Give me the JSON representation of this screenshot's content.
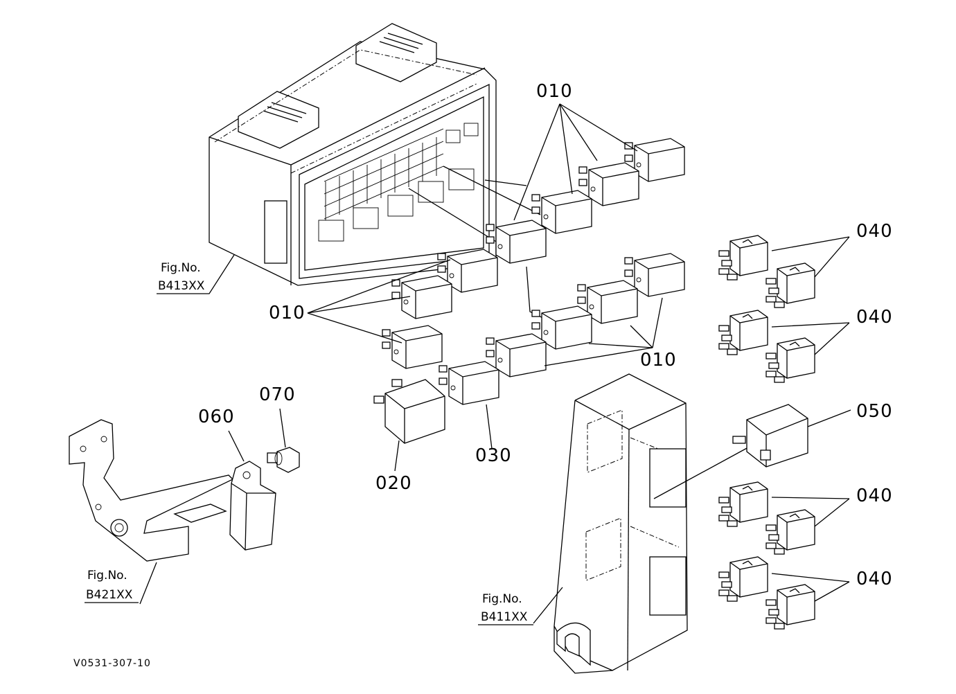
{
  "labels": {
    "relay_top": "010",
    "relay_left": "010",
    "relay_bottom": "010",
    "relay_020": "020",
    "relay_030": "030",
    "bracket_060": "060",
    "bolt_070": "070",
    "relay_040_a": "040",
    "relay_040_b": "040",
    "relay_040_c": "040",
    "relay_040_d": "040",
    "relay_050": "050"
  },
  "refs": {
    "fuse_box": {
      "line1": "Fig.No.",
      "line2": "B413XX"
    },
    "bracket": {
      "line1": "Fig.No.",
      "line2": "B421XX"
    },
    "panel": {
      "line1": "Fig.No.",
      "line2": "B411XX"
    }
  },
  "footer": {
    "code": "V0531-307-10"
  }
}
